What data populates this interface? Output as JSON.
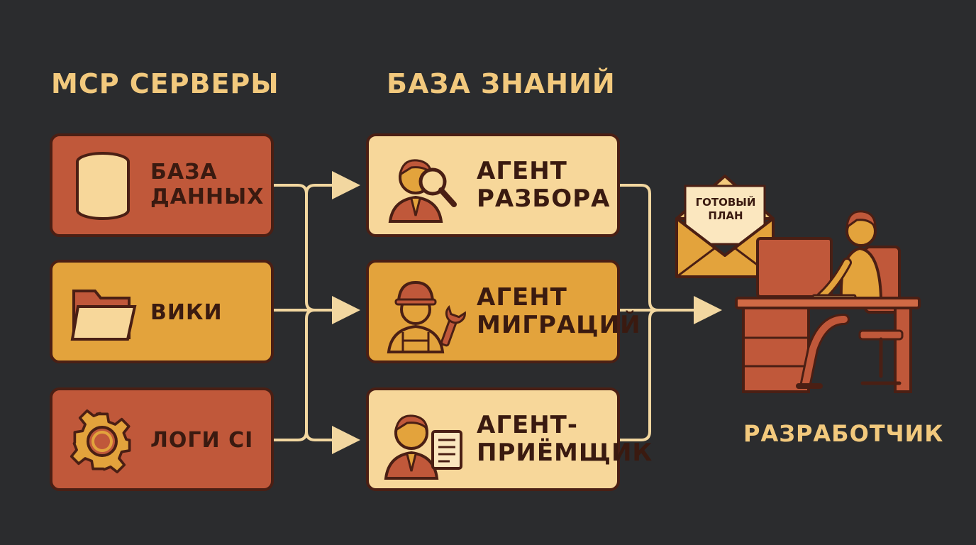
{
  "headings": {
    "sources": "МСР СЕРВЕРЫ",
    "knowledge": "БАЗА ЗНАНИЙ"
  },
  "sources": [
    {
      "label": "БАЗА\nДАННЫХ",
      "icon": "database-icon",
      "color": "#c0583a"
    },
    {
      "label": "ВИКИ",
      "icon": "folder-icon",
      "color": "#e3a33c"
    },
    {
      "label": "ЛОГИ CI",
      "icon": "gear-icon",
      "color": "#c0583a"
    }
  ],
  "agents": [
    {
      "label": "АГЕНТ\nРАЗБОРА",
      "icon": "magnifier-person-icon",
      "color": "#f7d79a"
    },
    {
      "label": "АГЕНТ\nМИГРАЦИЙ",
      "icon": "worker-wrench-icon",
      "color": "#e3a33c"
    },
    {
      "label": "АГЕНТ-\nПРИЁМЩИК",
      "icon": "person-document-icon",
      "color": "#f7d79a"
    }
  ],
  "result": {
    "envelope_text": "ГОТОВЫЙ\nПЛАН",
    "caption": "РАЗРАБОТЧИК"
  },
  "colors": {
    "background": "#2b2c2e",
    "heading": "#f2c97d",
    "arrow": "#f2d7a0",
    "outline": "#4a1f14"
  }
}
